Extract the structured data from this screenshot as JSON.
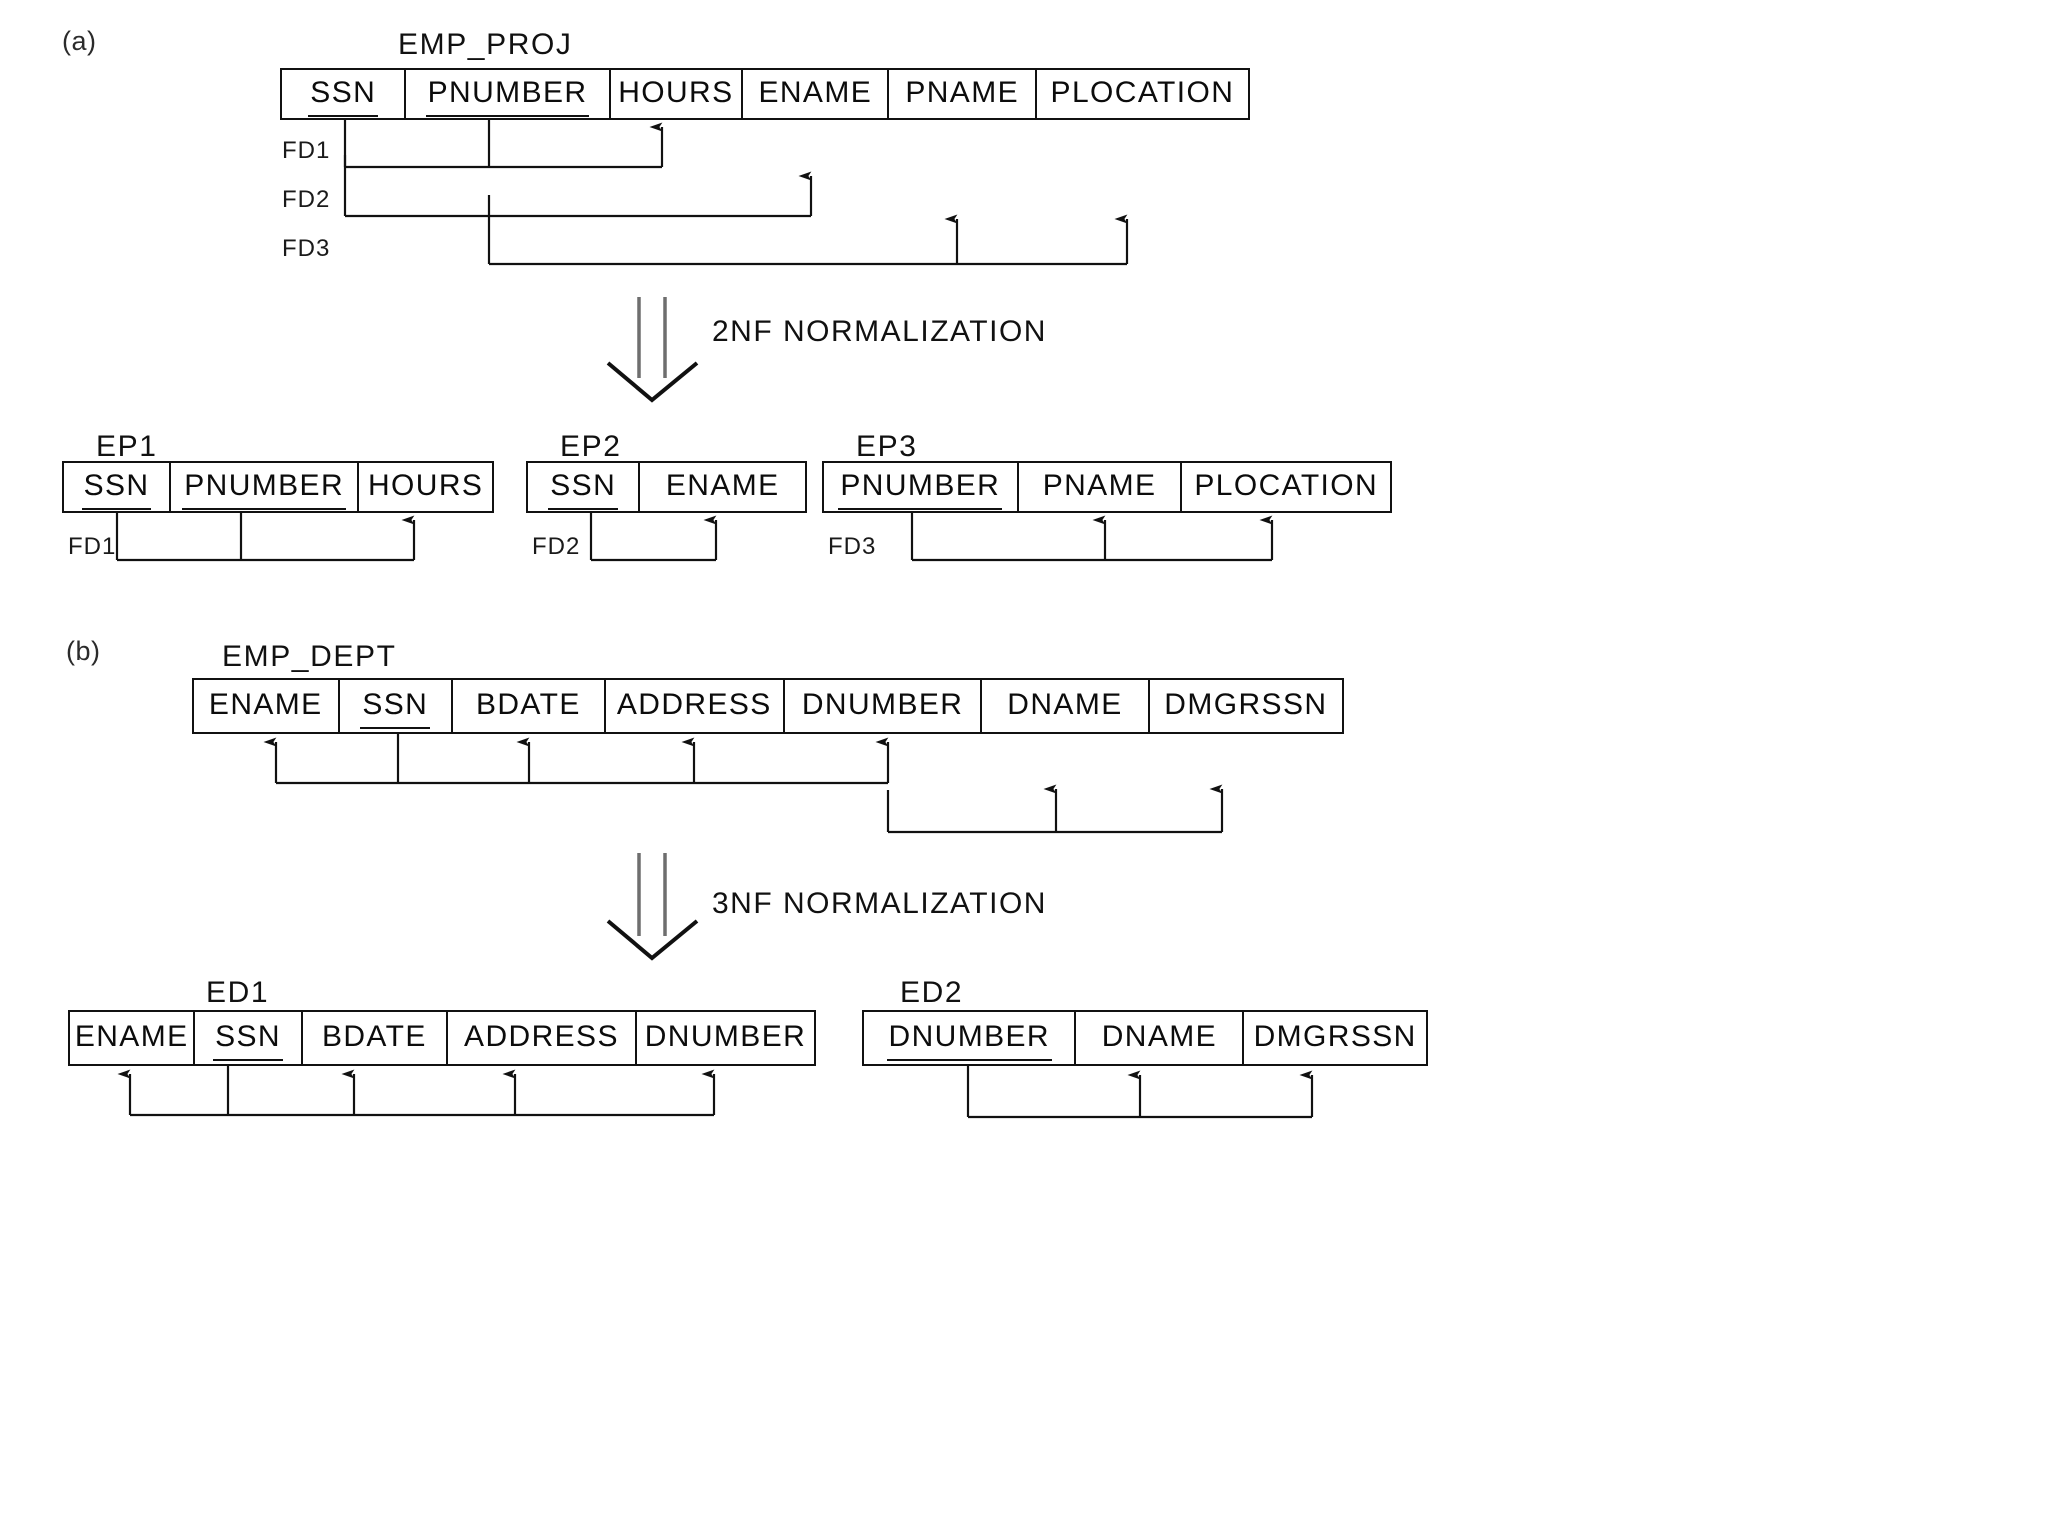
{
  "figure": {
    "parts": [
      {
        "id": "a",
        "label": "(a)"
      },
      {
        "id": "b",
        "label": "(b)"
      }
    ],
    "transforms": [
      {
        "id": "t2nf",
        "label": "2NF NORMALIZATION"
      },
      {
        "id": "t3nf",
        "label": "3NF NORMALIZATION"
      }
    ]
  },
  "relations": {
    "emp_proj": {
      "name": "EMP_PROJ",
      "attributes": [
        {
          "label": "SSN",
          "key": true
        },
        {
          "label": "PNUMBER",
          "key": true
        },
        {
          "label": "HOURS",
          "key": false
        },
        {
          "label": "ENAME",
          "key": false
        },
        {
          "label": "PNAME",
          "key": false
        },
        {
          "label": "PLOCATION",
          "key": false
        }
      ],
      "dependencies": [
        {
          "label": "FD1",
          "determinants": [
            "SSN",
            "PNUMBER"
          ],
          "dependents": [
            "HOURS"
          ]
        },
        {
          "label": "FD2",
          "determinants": [
            "SSN"
          ],
          "dependents": [
            "ENAME"
          ]
        },
        {
          "label": "FD3",
          "determinants": [
            "PNUMBER"
          ],
          "dependents": [
            "PNAME",
            "PLOCATION"
          ]
        }
      ]
    },
    "ep1": {
      "name": "EP1",
      "attributes": [
        {
          "label": "SSN",
          "key": true
        },
        {
          "label": "PNUMBER",
          "key": true
        },
        {
          "label": "HOURS",
          "key": false
        }
      ],
      "dependencies": [
        {
          "label": "FD1",
          "determinants": [
            "SSN",
            "PNUMBER"
          ],
          "dependents": [
            "HOURS"
          ]
        }
      ]
    },
    "ep2": {
      "name": "EP2",
      "attributes": [
        {
          "label": "SSN",
          "key": true
        },
        {
          "label": "ENAME",
          "key": false
        }
      ],
      "dependencies": [
        {
          "label": "FD2",
          "determinants": [
            "SSN"
          ],
          "dependents": [
            "ENAME"
          ]
        }
      ]
    },
    "ep3": {
      "name": "EP3",
      "attributes": [
        {
          "label": "PNUMBER",
          "key": true
        },
        {
          "label": "PNAME",
          "key": false
        },
        {
          "label": "PLOCATION",
          "key": false
        }
      ],
      "dependencies": [
        {
          "label": "FD3",
          "determinants": [
            "PNUMBER"
          ],
          "dependents": [
            "PNAME",
            "PLOCATION"
          ]
        }
      ]
    },
    "emp_dept": {
      "name": "EMP_DEPT",
      "attributes": [
        {
          "label": "ENAME",
          "key": false
        },
        {
          "label": "SSN",
          "key": true
        },
        {
          "label": "BDATE",
          "key": false
        },
        {
          "label": "ADDRESS",
          "key": false
        },
        {
          "label": "DNUMBER",
          "key": false
        },
        {
          "label": "DNAME",
          "key": false
        },
        {
          "label": "DMGRSSN",
          "key": false
        }
      ],
      "dependencies": [
        {
          "label": "",
          "determinants": [
            "SSN"
          ],
          "dependents": [
            "ENAME",
            "BDATE",
            "ADDRESS",
            "DNUMBER"
          ]
        },
        {
          "label": "",
          "determinants": [
            "DNUMBER"
          ],
          "dependents": [
            "DNAME",
            "DMGRSSN"
          ]
        }
      ]
    },
    "ed1": {
      "name": "ED1",
      "attributes": [
        {
          "label": "ENAME",
          "key": false
        },
        {
          "label": "SSN",
          "key": true
        },
        {
          "label": "BDATE",
          "key": false
        },
        {
          "label": "ADDRESS",
          "key": false
        },
        {
          "label": "DNUMBER",
          "key": false
        }
      ],
      "dependencies": [
        {
          "label": "",
          "determinants": [
            "SSN"
          ],
          "dependents": [
            "ENAME",
            "BDATE",
            "ADDRESS",
            "DNUMBER"
          ]
        }
      ]
    },
    "ed2": {
      "name": "ED2",
      "attributes": [
        {
          "label": "DNUMBER",
          "key": true
        },
        {
          "label": "DNAME",
          "key": false
        },
        {
          "label": "DMGRSSN",
          "key": false
        }
      ],
      "dependencies": [
        {
          "label": "",
          "determinants": [
            "DNUMBER"
          ],
          "dependents": [
            "DNAME",
            "DMGRSSN"
          ]
        }
      ]
    }
  },
  "colors": {
    "ink": "#111111",
    "paper": "#ffffff",
    "arrow_outline": "#8a8a8a"
  }
}
